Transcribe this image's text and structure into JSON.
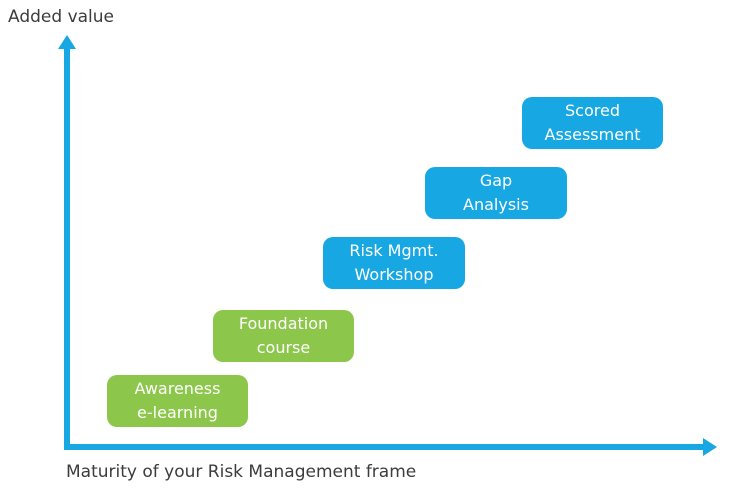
{
  "colors": {
    "axis": "#17A7E3",
    "blue_box": "#17A7E3",
    "green_box": "#8CC74B",
    "label_text": "#3C3C3C",
    "box_text": "#FFFFFF",
    "background": "#FFFFFF"
  },
  "chart_data": {
    "type": "diagram",
    "subtype": "staircase-steps",
    "title": "",
    "xlabel": "Maturity of your Risk Management frame",
    "ylabel": "Added value",
    "legend": "none",
    "axes_style": "cyan arrows, no ticks, no gridlines",
    "steps": [
      {
        "lines": [
          "Awareness",
          "e-learning"
        ],
        "label": "Awareness e-learning",
        "color": "#8CC74B",
        "color_name": "green"
      },
      {
        "lines": [
          "Foundation",
          "course"
        ],
        "label": "Foundation course",
        "color": "#8CC74B",
        "color_name": "green"
      },
      {
        "lines": [
          "Risk Mgmt.",
          "Workshop"
        ],
        "label": "Risk Mgmt. Workshop",
        "color": "#17A7E3",
        "color_name": "blue"
      },
      {
        "lines": [
          "Gap",
          "Analysis"
        ],
        "label": "Gap Analysis",
        "color": "#17A7E3",
        "color_name": "blue"
      },
      {
        "lines": [
          "Scored",
          "Assessment"
        ],
        "label": "Scored Assessment",
        "color": "#17A7E3",
        "color_name": "blue"
      }
    ]
  }
}
